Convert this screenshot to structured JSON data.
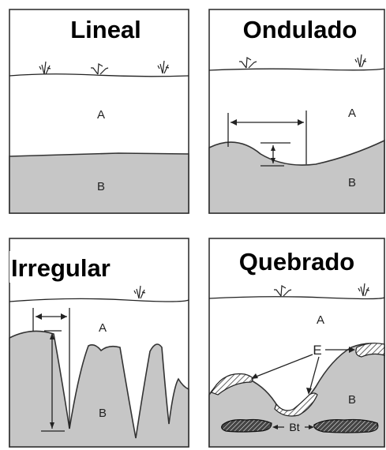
{
  "panels": [
    {
      "id": "lineal",
      "title": "Lineal",
      "label_a": "A",
      "label_b": "B"
    },
    {
      "id": "ondulado",
      "title": "Ondulado",
      "label_a": "A",
      "label_b": "B"
    },
    {
      "id": "irregular",
      "title": "Irregular",
      "label_a": "A",
      "label_b": "B"
    },
    {
      "id": "quebrado",
      "title": "Quebrado",
      "label_a": "A",
      "label_b": "B",
      "label_e": "E",
      "label_bt": "Bt"
    }
  ],
  "colors": {
    "soil": "#c6c6c6",
    "frame": "#333333",
    "background": "#ffffff"
  }
}
